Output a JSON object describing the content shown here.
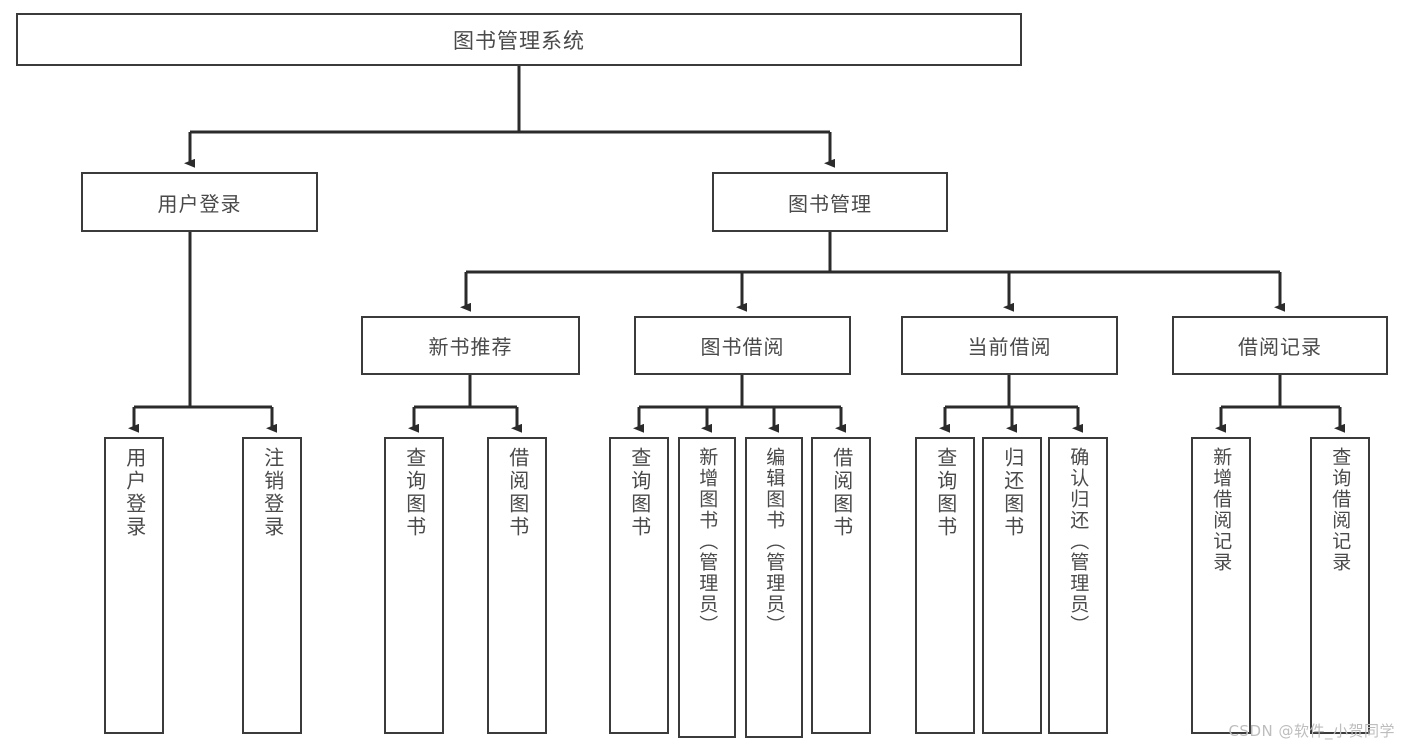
{
  "diagram": {
    "title": "图书管理系统",
    "type": "tree",
    "orientation": "top-down",
    "colors": {
      "background": "#ffffff",
      "node_border": "#3b3b3b",
      "node_fill": "#ffffff",
      "text": "#4a4a4a",
      "edge": "#2b2b2b",
      "watermark": "#bdbdbd"
    },
    "root": {
      "label": "图书管理系统"
    },
    "level2": [
      {
        "label": "用户登录"
      },
      {
        "label": "图书管理"
      }
    ],
    "level3": [
      {
        "label": "新书推荐"
      },
      {
        "label": "图书借阅"
      },
      {
        "label": "当前借阅"
      },
      {
        "label": "借阅记录"
      }
    ],
    "leaves": {
      "user_login": [
        {
          "label": "用户登录"
        },
        {
          "label": "注销登录"
        }
      ],
      "new_book": [
        {
          "label": "查询图书"
        },
        {
          "label": "借阅图书"
        }
      ],
      "borrow_book": [
        {
          "label": "查询图书"
        },
        {
          "label": "新增图书（管理员）"
        },
        {
          "label": "编辑图书（管理员）"
        },
        {
          "label": "借阅图书"
        }
      ],
      "current_borrow": [
        {
          "label": "查询图书"
        },
        {
          "label": "归还图书"
        },
        {
          "label": "确认归还（管理员）"
        }
      ],
      "borrow_record": [
        {
          "label": "新增借阅记录"
        },
        {
          "label": "查询借阅记录"
        }
      ]
    }
  },
  "watermark": {
    "text": "CSDN @软件_小贺同学"
  }
}
